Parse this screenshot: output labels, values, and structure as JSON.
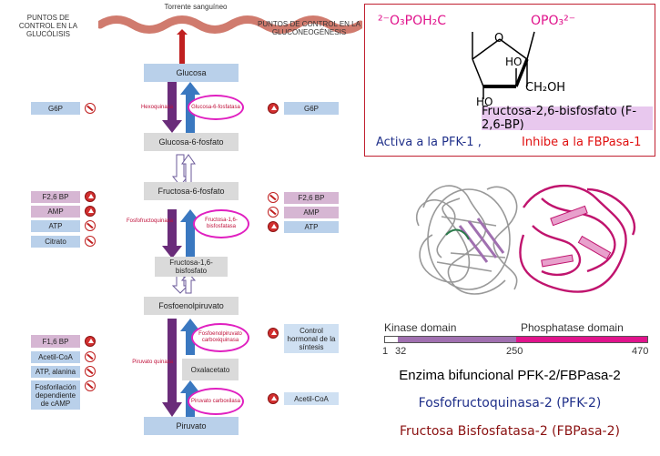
{
  "left_panel": {
    "title_top": "Torrente sanguíneo",
    "header_left": "PUNTOS DE CONTROL EN LA GLUCÓLISIS",
    "header_right": "PUNTOS DE CONTROL EN LA GLUCONEOGÉNESIS",
    "metabolites": [
      "Glucosa",
      "Glucosa-6-fosfato",
      "Fructosa-6-fosfato",
      "Fructosa-1,6-bisfosfato",
      "Fosfoenolpiruvato",
      "Oxalacetato",
      "Piruvato"
    ],
    "enzymes_left": [
      "Hexoquinasa",
      "Fosfofructoquinasa",
      "Piruvato quinasa"
    ],
    "enzymes_right": [
      "Glucosa-6-fosfatasa",
      "Fructosa-1,6-bisfosfatasa",
      "Fosfoenolpiruvato carboxiquinasa",
      "Piruvato carboxilasa"
    ],
    "left_regulators": [
      "G6P",
      "F2,6 BP",
      "AMP",
      "ATP",
      "Citrato",
      "F1,6 BP",
      "Acetil-CoA",
      "ATP, alanina",
      "Fosforilación dependiente de cAMP"
    ],
    "right_regulators": [
      "G6P",
      "F2,6 BP",
      "AMP",
      "ATP",
      "Control hormonal de la síntesis",
      "Acetil-CoA"
    ]
  },
  "structure": {
    "group_left": "²⁻O₃POH₂C",
    "group_right": "OPO₃²⁻",
    "ring_o": "O",
    "ho_inner": "HO",
    "ho_bottom": "HO",
    "ch2oh": "CH₂OH",
    "name": "Fructosa-2,6-bisfosfato (F-2,6-BP)",
    "activates": "Activa a la PFK-1 ,",
    "inhibits": "Inhibe a la FBPasa-1"
  },
  "domains": {
    "kinase_label": "Kinase domain",
    "phosphatase_label": "Phosphatase domain",
    "ticks": [
      "1",
      "32",
      "250",
      "470"
    ]
  },
  "captions": {
    "line1": "Enzima bifuncional PFK-2/FBPasa-2",
    "line2": "Fosfofructoquinasa-2 (PFK-2)",
    "line3": "Fructosa Bisfosfatasa-2 (FBPasa-2)"
  },
  "colors": {
    "magenta": "#e0148c",
    "pink_bar": "#e8c8ee",
    "purple": "#a070b0",
    "blue_text": "#20308a",
    "red_text": "#e01010",
    "dark_red": "#8a1010"
  }
}
